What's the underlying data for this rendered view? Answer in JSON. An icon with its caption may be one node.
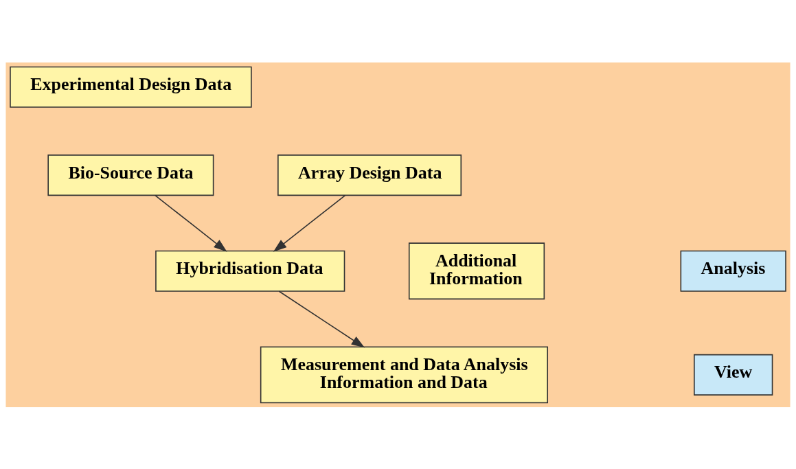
{
  "diagram": {
    "nodes": [
      {
        "text": [
          "Experimental Design Data"
        ]
      },
      {
        "text": [
          "Bio-Source Data"
        ]
      },
      {
        "text": [
          "Array Design Data"
        ]
      },
      {
        "text": [
          "Additional Information"
        ]
      },
      {
        "text": [
          "Hybridisation Data"
        ]
      },
      {
        "text": [
          "Analysis"
        ]
      },
      {
        "text": [
          "Measurement and Data Analysis Information and Data"
        ]
      },
      {
        "text": [
          "View"
        ]
      }
    ],
    "edges": [
      {
        "from": 1,
        "to": 4,
        "arrow": "to"
      },
      {
        "from": 2,
        "to": 4,
        "arrow": "to"
      },
      {
        "from": 4,
        "to": 6,
        "arrow": "to"
      }
    ]
  }
}
